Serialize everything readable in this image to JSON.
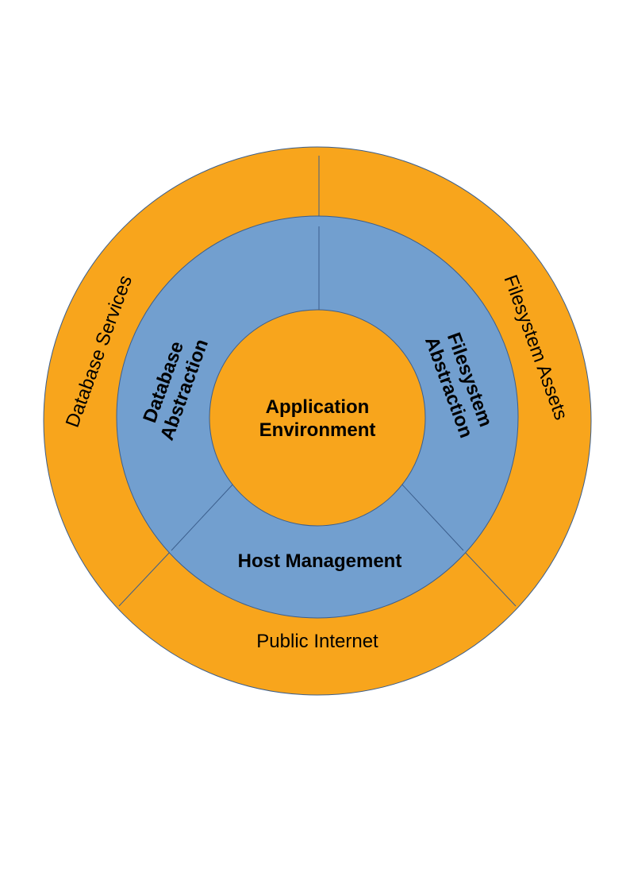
{
  "colors": {
    "orange": "#F8A51C",
    "blue": "#729FCF",
    "border": "#3B5E8C"
  },
  "outer_ring": {
    "database_services": "Database Services",
    "filesystem_assets": "Filesystem Assets",
    "public_internet": "Public Internet"
  },
  "middle_ring": {
    "database_abstraction_1": "Database",
    "database_abstraction_2": "Abstraction",
    "filesystem_abstraction_1": "Filesystem",
    "filesystem_abstraction_2": "Abstraction",
    "host_management": "Host Management"
  },
  "core": {
    "line1": "Application",
    "line2": "Environment"
  }
}
